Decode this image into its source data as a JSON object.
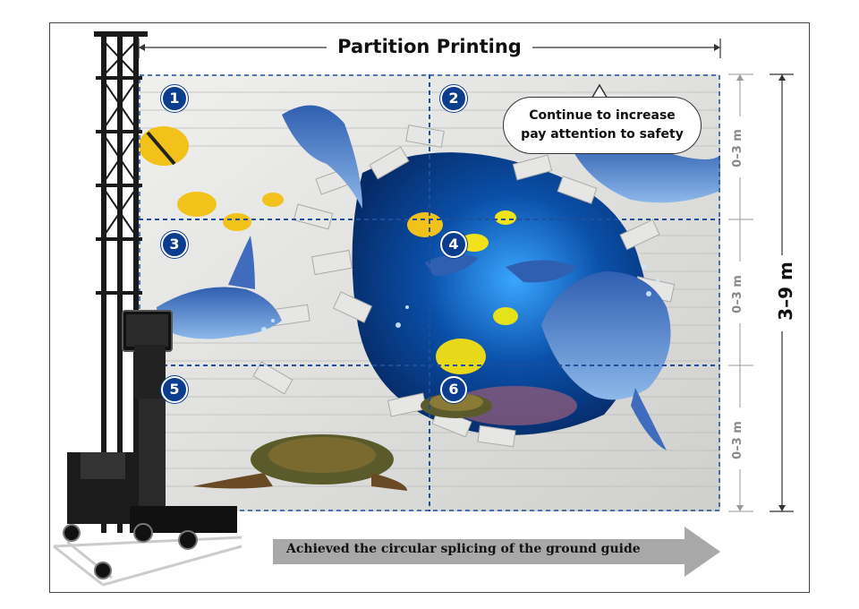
{
  "header": {
    "title": "Partition Printing"
  },
  "callout": {
    "line1": "Continue to increase",
    "line2": "pay attention to safety"
  },
  "footer": {
    "arrow_text": "Achieved the circular splicing of the ground guide"
  },
  "dimensions": {
    "segments": [
      "0–3 m",
      "0–3 m",
      "0–3 m"
    ],
    "total": "3–9 m"
  },
  "zones": [
    "1",
    "2",
    "3",
    "4",
    "5",
    "6"
  ],
  "colors": {
    "zone_badge": "#0b3d8f",
    "guide_line": "#1f4e9c",
    "arrow": "#a8a8a8",
    "sea": "#0a4fa8"
  }
}
